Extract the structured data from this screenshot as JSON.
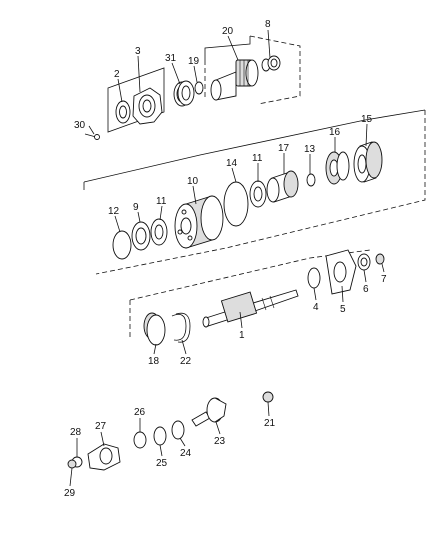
{
  "diagram": {
    "callouts": {
      "c1": "1",
      "c2": "2",
      "c3": "3",
      "c4": "4",
      "c5": "5",
      "c6": "6",
      "c7": "7",
      "c8": "8",
      "c9": "9",
      "c10": "10",
      "c11a": "11",
      "c11b": "11",
      "c12": "12",
      "c13": "13",
      "c14": "14",
      "c15": "15",
      "c16": "16",
      "c17": "17",
      "c18": "18",
      "c19": "19",
      "c20": "20",
      "c21": "21",
      "c22": "22",
      "c23": "23",
      "c24": "24",
      "c25": "25",
      "c26": "26",
      "c27": "27",
      "c28": "28",
      "c29": "29",
      "c30": "30",
      "c31": "31"
    }
  }
}
